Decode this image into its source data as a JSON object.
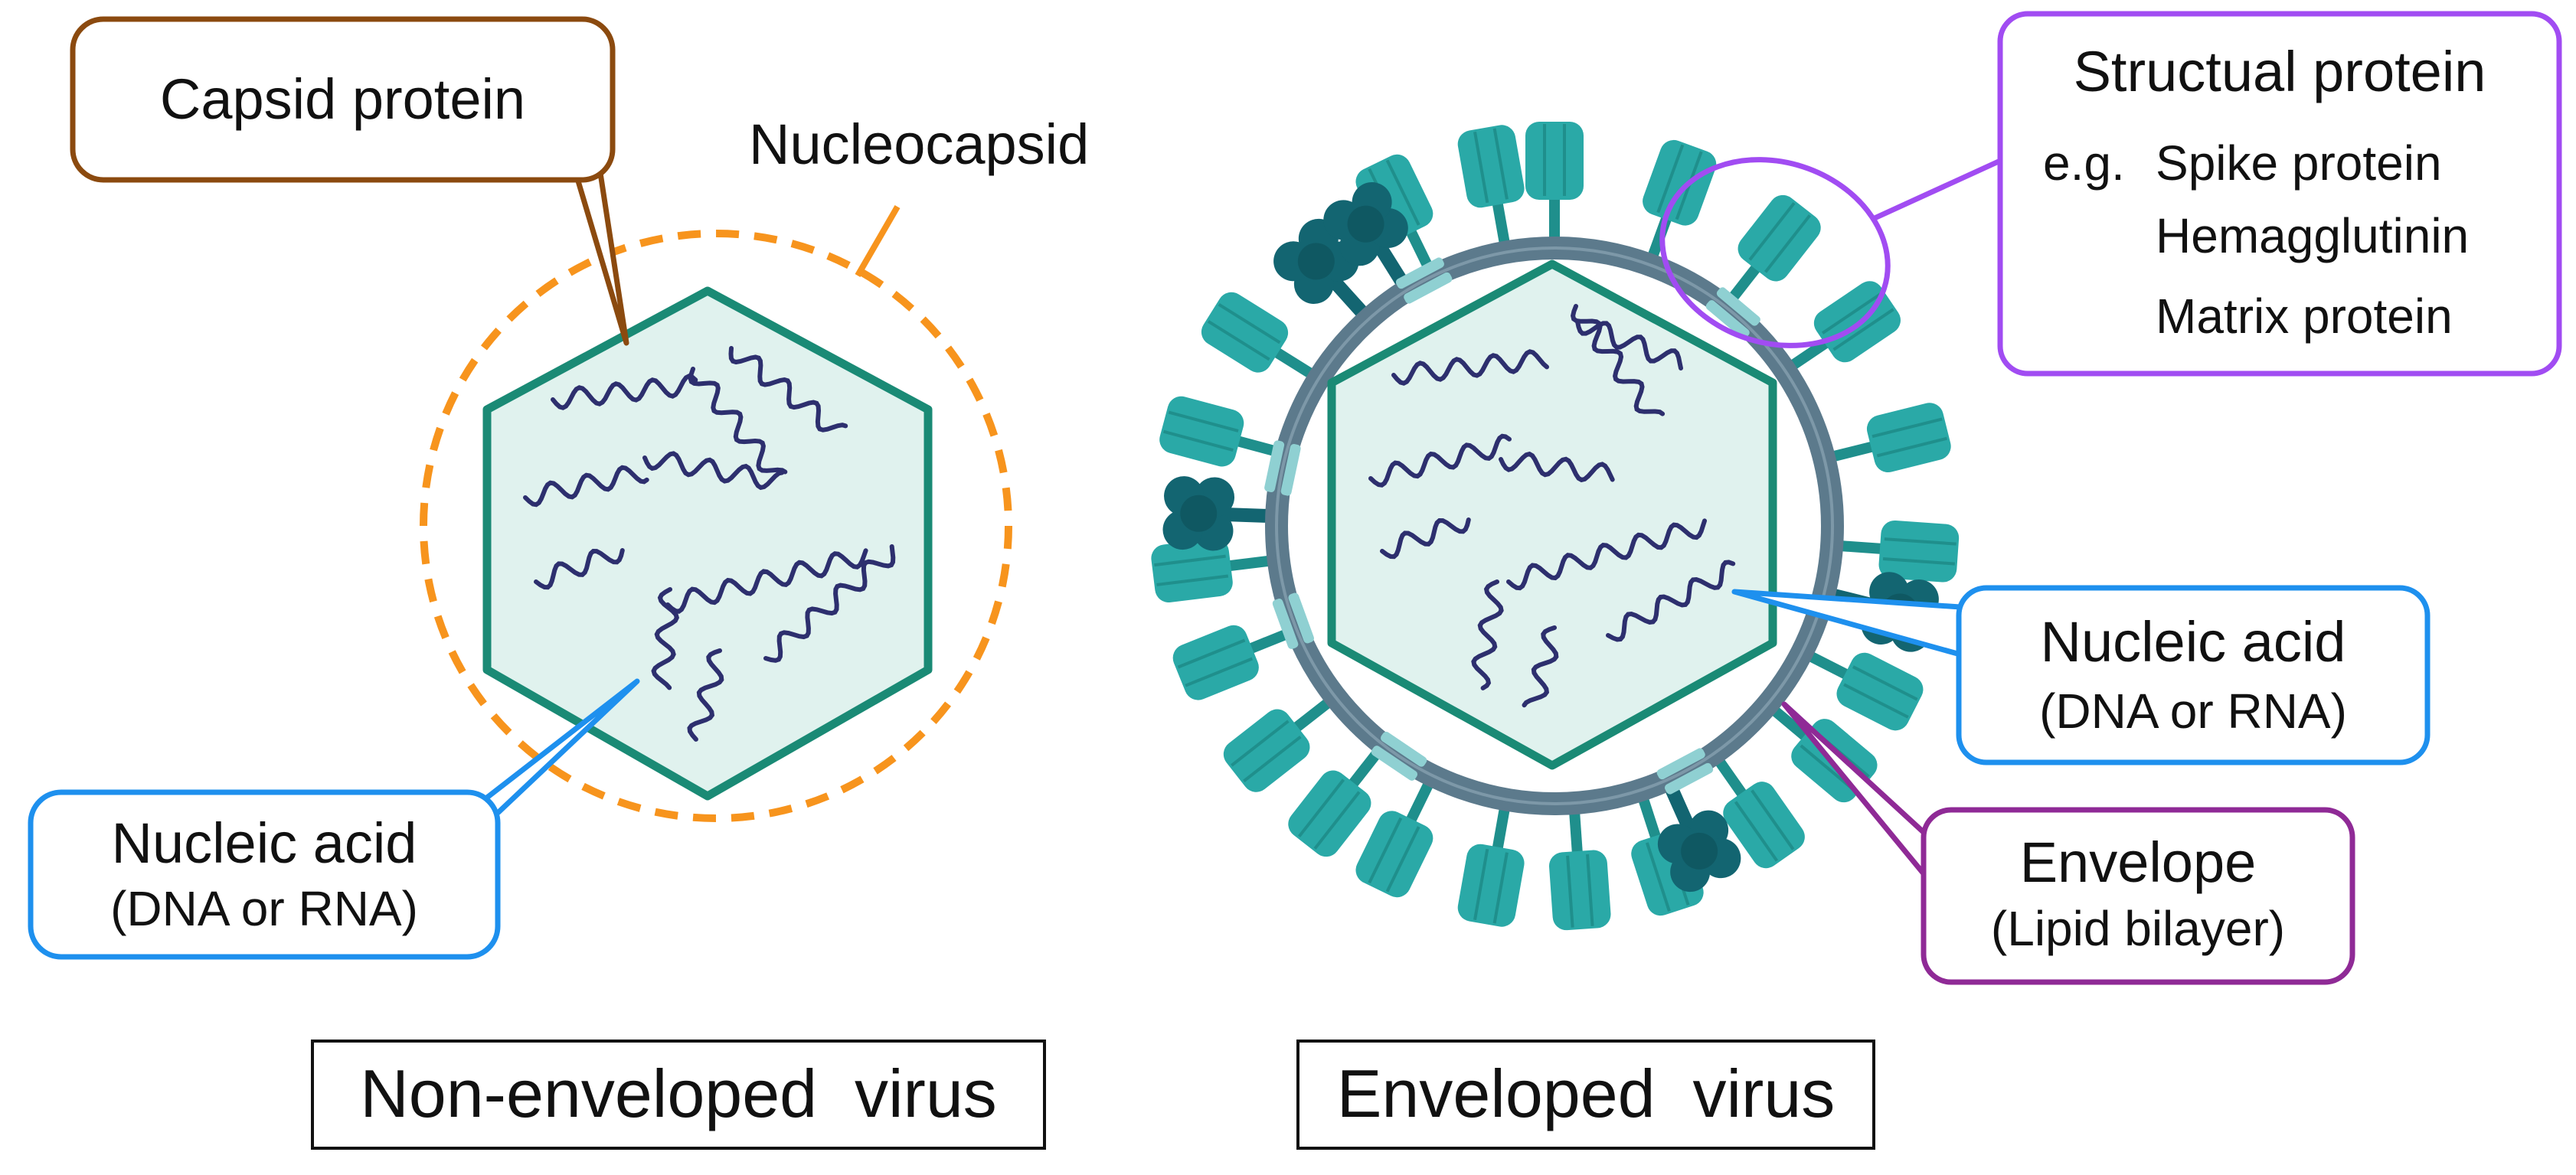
{
  "callouts": {
    "capsid_protein": "Capsid protein",
    "nucleocapsid": "Nucleocapsid",
    "nucleic_acid_left": {
      "line1": "Nucleic acid",
      "line2": "(DNA or RNA)"
    },
    "structural_protein": {
      "title": "Structual protein",
      "example_prefix": "e.g.",
      "examples": [
        "Spike protein",
        "Hemagglutinin",
        "Matrix protein"
      ]
    },
    "nucleic_acid_right": {
      "line1": "Nucleic acid",
      "line2": "(DNA or RNA)"
    },
    "envelope": {
      "line1": "Envelope",
      "line2": "(Lipid bilayer)"
    }
  },
  "captions": {
    "non_enveloped": "Non-enveloped  virus",
    "enveloped": "Enveloped  virus"
  },
  "colors": {
    "capsid_outline": "#1a8a75",
    "capsid_fill": "#e0f2ee",
    "nucleic_acid": "#2d2f6e",
    "nucleocapsid_dash": "#f7941d",
    "capsid_callout": "#8b4a0f",
    "nucleic_callout": "#1e90ee",
    "structural_callout": "#a14cf2",
    "envelope_callout": "#8f2a96",
    "envelope_membrane": "#5c7a8c",
    "spike": "#2aa9a7",
    "hemagglutinin": "#136571",
    "matrix_protein": "#8fd0d2"
  }
}
